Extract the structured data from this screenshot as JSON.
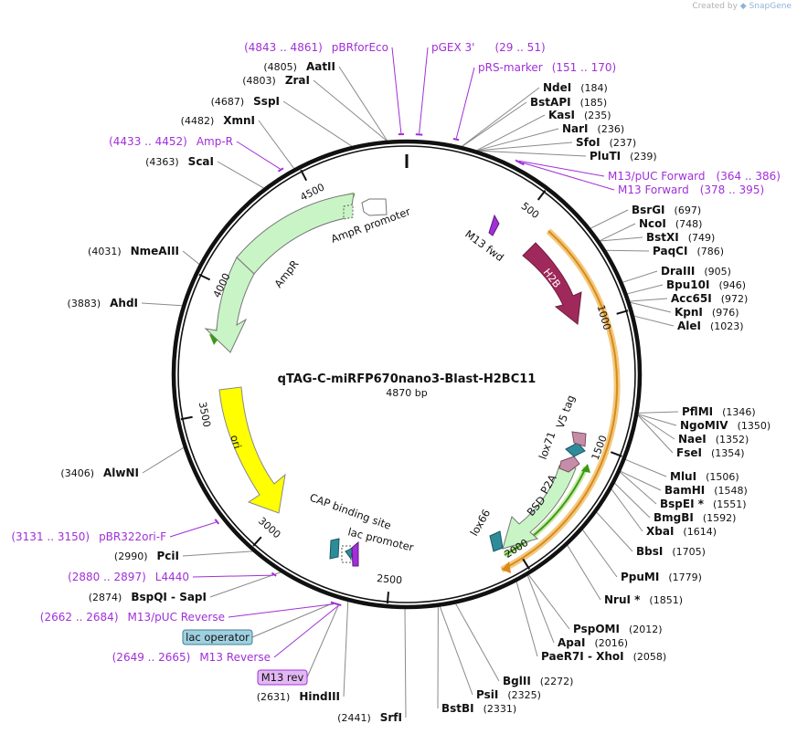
{
  "app": {
    "credit_prefix": "Created by",
    "credit_brand": "SnapGene"
  },
  "plasmid": {
    "name": "qTAG-C-miRFP670nano3-Blast-H2BC11",
    "length_label": "4870 bp",
    "length": 4870
  },
  "ticks": [
    {
      "pos": 500,
      "label": "500"
    },
    {
      "pos": 1000,
      "label": "1000"
    },
    {
      "pos": 1500,
      "label": "1500"
    },
    {
      "pos": 2000,
      "label": "2000"
    },
    {
      "pos": 2500,
      "label": "2500"
    },
    {
      "pos": 3000,
      "label": "3000"
    },
    {
      "pos": 3500,
      "label": "3500"
    },
    {
      "pos": 4000,
      "label": "4000"
    },
    {
      "pos": 4500,
      "label": "4500"
    }
  ],
  "enzymes": [
    {
      "name": "NdeI",
      "pos": "(184)",
      "site": 184,
      "side": "right"
    },
    {
      "name": "BstAPI",
      "pos": "(185)",
      "site": 185,
      "side": "right"
    },
    {
      "name": "KasI",
      "pos": "(235)",
      "site": 235,
      "side": "right"
    },
    {
      "name": "NarI",
      "pos": "(236)",
      "site": 236,
      "side": "right"
    },
    {
      "name": "SfoI",
      "pos": "(237)",
      "site": 237,
      "side": "right"
    },
    {
      "name": "PluTI",
      "pos": "(239)",
      "site": 239,
      "side": "right"
    },
    {
      "name": "BsrGI",
      "pos": "(697)",
      "site": 697,
      "side": "right"
    },
    {
      "name": "NcoI",
      "pos": "(748)",
      "site": 748,
      "side": "right"
    },
    {
      "name": "BstXI",
      "pos": "(749)",
      "site": 749,
      "side": "right"
    },
    {
      "name": "PaqCI",
      "pos": "(786)",
      "site": 786,
      "side": "right"
    },
    {
      "name": "DraIII",
      "pos": "(905)",
      "site": 905,
      "side": "right"
    },
    {
      "name": "Bpu10I",
      "pos": "(946)",
      "site": 946,
      "side": "right"
    },
    {
      "name": "Acc65I",
      "pos": "(972)",
      "site": 972,
      "side": "right"
    },
    {
      "name": "KpnI",
      "pos": "(976)",
      "site": 976,
      "side": "right"
    },
    {
      "name": "AleI",
      "pos": "(1023)",
      "site": 1023,
      "side": "right"
    },
    {
      "name": "PflMI",
      "pos": "(1346)",
      "site": 1346,
      "side": "right"
    },
    {
      "name": "NgoMIV",
      "pos": "(1350)",
      "site": 1350,
      "side": "right"
    },
    {
      "name": "NaeI",
      "pos": "(1352)",
      "site": 1352,
      "side": "right"
    },
    {
      "name": "FseI",
      "pos": "(1354)",
      "site": 1354,
      "side": "right"
    },
    {
      "name": "MluI",
      "pos": "(1506)",
      "site": 1506,
      "side": "right"
    },
    {
      "name": "BamHI",
      "pos": "(1548)",
      "site": 1548,
      "side": "right"
    },
    {
      "name": "BspEI *",
      "pos": "(1551)",
      "site": 1551,
      "side": "right"
    },
    {
      "name": "BmgBI",
      "pos": "(1592)",
      "site": 1592,
      "side": "right"
    },
    {
      "name": "XbaI",
      "pos": "(1614)",
      "site": 1614,
      "side": "right"
    },
    {
      "name": "BbsI",
      "pos": "(1705)",
      "site": 1705,
      "side": "right"
    },
    {
      "name": "PpuMI",
      "pos": "(1779)",
      "site": 1779,
      "side": "right"
    },
    {
      "name": "NruI *",
      "pos": "(1851)",
      "site": 1851,
      "side": "right"
    },
    {
      "name": "PspOMI",
      "pos": "(2012)",
      "site": 2012,
      "side": "right"
    },
    {
      "name": "ApaI",
      "pos": "(2016)",
      "site": 2016,
      "side": "right"
    },
    {
      "name": "PaeR7I  -  XhoI",
      "pos": "(2058)",
      "site": 2058,
      "side": "right"
    },
    {
      "name": "BglII",
      "pos": "(2272)",
      "site": 2272,
      "side": "right"
    },
    {
      "name": "PsiI",
      "pos": "(2325)",
      "site": 2325,
      "side": "right"
    },
    {
      "name": "BstBI",
      "pos": "(2331)",
      "site": 2331,
      "side": "right"
    },
    {
      "name": "SrfI",
      "pos": "(2441)",
      "site": 2441,
      "side": "left"
    },
    {
      "name": "HindIII",
      "pos": "(2631)",
      "site": 2631,
      "side": "left"
    },
    {
      "name": "BspQI  -  SapI",
      "pos": "(2874)",
      "site": 2874,
      "side": "left"
    },
    {
      "name": "PciI",
      "pos": "(2990)",
      "site": 2990,
      "side": "left"
    },
    {
      "name": "AlwNI",
      "pos": "(3406)",
      "site": 3406,
      "side": "left"
    },
    {
      "name": "AhdI",
      "pos": "(3883)",
      "site": 3883,
      "side": "left"
    },
    {
      "name": "NmeAIII",
      "pos": "(4031)",
      "site": 4031,
      "side": "left"
    },
    {
      "name": "ScaI",
      "pos": "(4363)",
      "site": 4363,
      "side": "left"
    },
    {
      "name": "XmnI",
      "pos": "(4482)",
      "site": 4482,
      "side": "left"
    },
    {
      "name": "SspI",
      "pos": "(4687)",
      "site": 4687,
      "side": "left"
    },
    {
      "name": "ZraI",
      "pos": "(4803)",
      "site": 4803,
      "side": "left"
    },
    {
      "name": "AatII",
      "pos": "(4805)",
      "site": 4805,
      "side": "left"
    }
  ],
  "primers": [
    {
      "name": "pBRforEco",
      "range": "(4843 .. 4861)",
      "start": 4843,
      "end": 4861,
      "side": "left"
    },
    {
      "name": "pGEX 3'",
      "range": "(29 .. 51)",
      "start": 29,
      "end": 51,
      "side": "right"
    },
    {
      "name": "pRS-marker",
      "range": "(151 .. 170)",
      "start": 151,
      "end": 170,
      "side": "right"
    },
    {
      "name": "M13/pUC Forward",
      "range": "(364 .. 386)",
      "start": 364,
      "end": 386,
      "side": "right"
    },
    {
      "name": "M13 Forward",
      "range": "(378 .. 395)",
      "start": 378,
      "end": 395,
      "side": "right"
    },
    {
      "name": "Amp-R",
      "range": "(4433 .. 4452)",
      "start": 4433,
      "end": 4452,
      "side": "left"
    },
    {
      "name": "pBR322ori-F",
      "range": "(3131 .. 3150)",
      "start": 3131,
      "end": 3150,
      "side": "left"
    },
    {
      "name": "L4440",
      "range": "(2880 .. 2897)",
      "start": 2880,
      "end": 2897,
      "side": "left"
    },
    {
      "name": "M13/pUC Reverse",
      "range": "(2662 .. 2684)",
      "start": 2662,
      "end": 2684,
      "side": "left"
    },
    {
      "name": "M13 Reverse",
      "range": "(2649 .. 2665)",
      "start": 2649,
      "end": 2665,
      "side": "left"
    }
  ],
  "boxes": [
    {
      "label": "lac operator",
      "fill": "#9fd0e0",
      "stroke": "#3f7f96"
    },
    {
      "label": "M13 rev",
      "fill": "#e2b8f3",
      "stroke": "#a12fd8"
    }
  ],
  "features": [
    {
      "name": "AmpR",
      "color": "#c9f5c6"
    },
    {
      "name": "AmpR promoter",
      "color": "#ffffff"
    },
    {
      "name": "ori",
      "color": "#ffff00"
    },
    {
      "name": "H2B",
      "color": "#a0295c"
    },
    {
      "name": "M13 fwd",
      "color": "#a12fd8"
    },
    {
      "name": "BSD",
      "color": "#c9f5c6"
    },
    {
      "name": "P2A",
      "color": "#c48ea8"
    },
    {
      "name": "V5 tag",
      "color": "#c48ea8"
    },
    {
      "name": "lox71",
      "color": "#2e8c9a"
    },
    {
      "name": "lox66",
      "color": "#2e8c9a"
    },
    {
      "name": "CAP binding site",
      "color": "#2e8c9a"
    },
    {
      "name": "lac promoter",
      "color": "#ffffff"
    }
  ],
  "colors": {
    "primer": "#a12fd8",
    "enzyme_line": "#8a8a8a",
    "backbone": "#111111",
    "orange_arc": "#d98a1b",
    "green_arc": "#3a9a12"
  }
}
